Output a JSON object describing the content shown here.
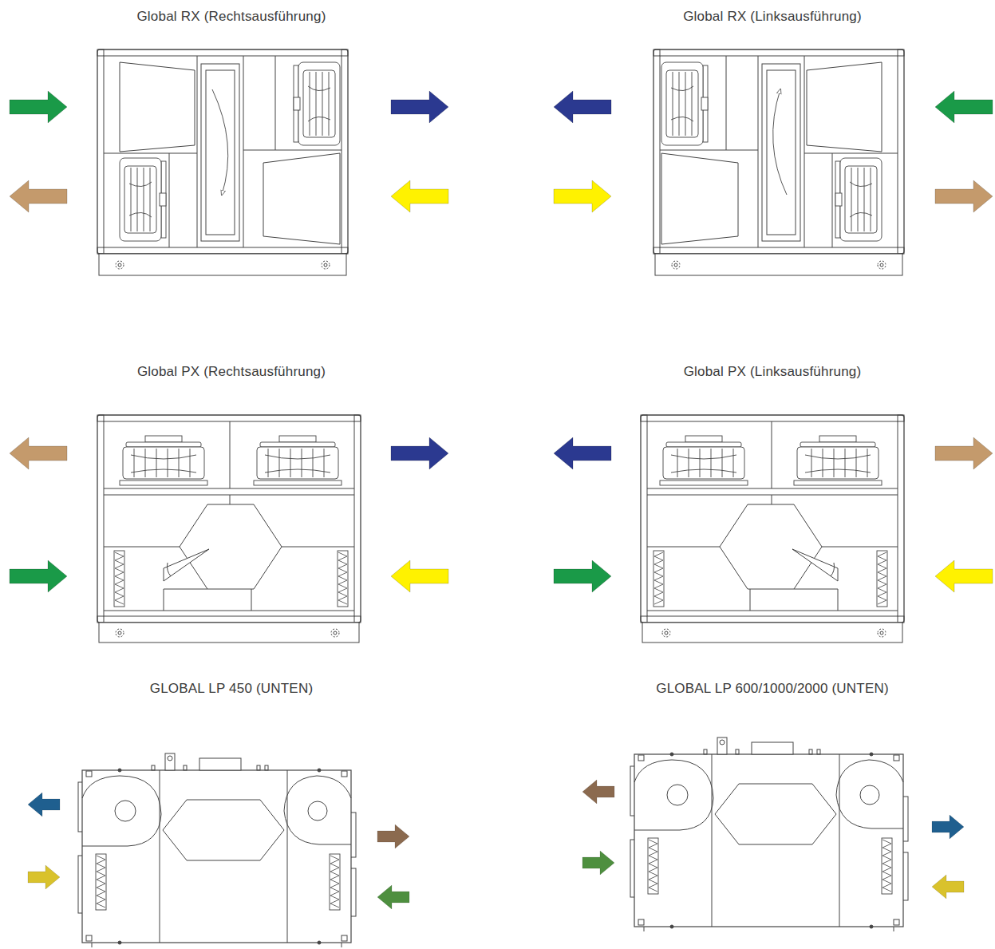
{
  "diagram": {
    "nodes": [
      {
        "text": [
          "Global RX (Rechtsausführung)"
        ]
      },
      {
        "text": [
          "Global RX (Linksausführung)"
        ]
      },
      {
        "text": [
          "Global PX (Rechtsausführung)"
        ]
      },
      {
        "text": [
          "Global PX (Linksausführung)"
        ]
      },
      {
        "text": [
          "GLOBAL LP 450 (UNTEN)"
        ]
      },
      {
        "text": [
          "GLOBAL LP 600/1000/2000 (UNTEN)"
        ]
      }
    ]
  }
}
